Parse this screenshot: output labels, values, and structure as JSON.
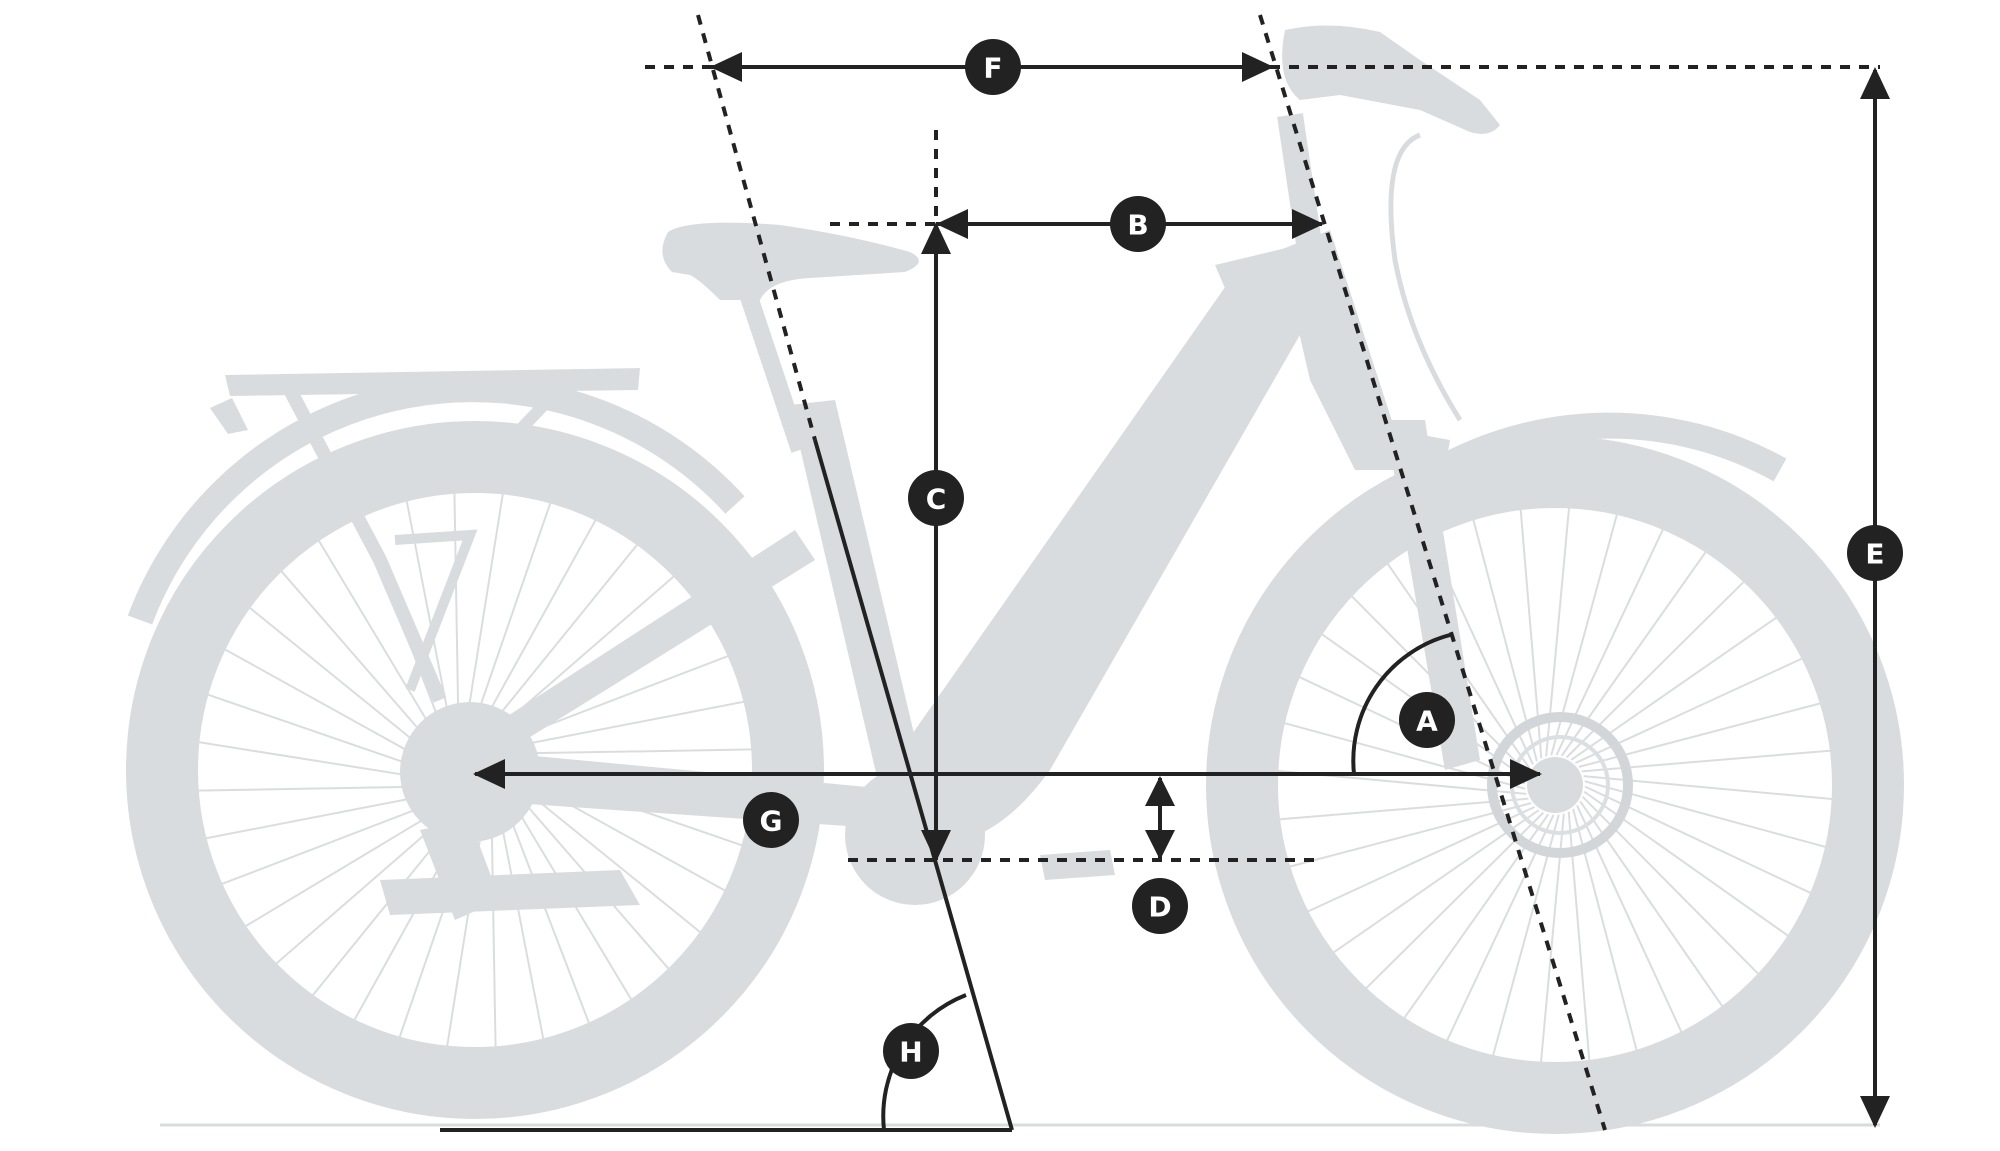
{
  "diagram": {
    "labels": {
      "A": "A",
      "B": "B",
      "C": "C",
      "D": "D",
      "E": "E",
      "F": "F",
      "G": "G",
      "H": "H"
    },
    "colors": {
      "silhouette": "#d9dcde",
      "dimension_line": "#222222",
      "badge_fill": "#222222",
      "badge_text": "#ffffff"
    }
  }
}
